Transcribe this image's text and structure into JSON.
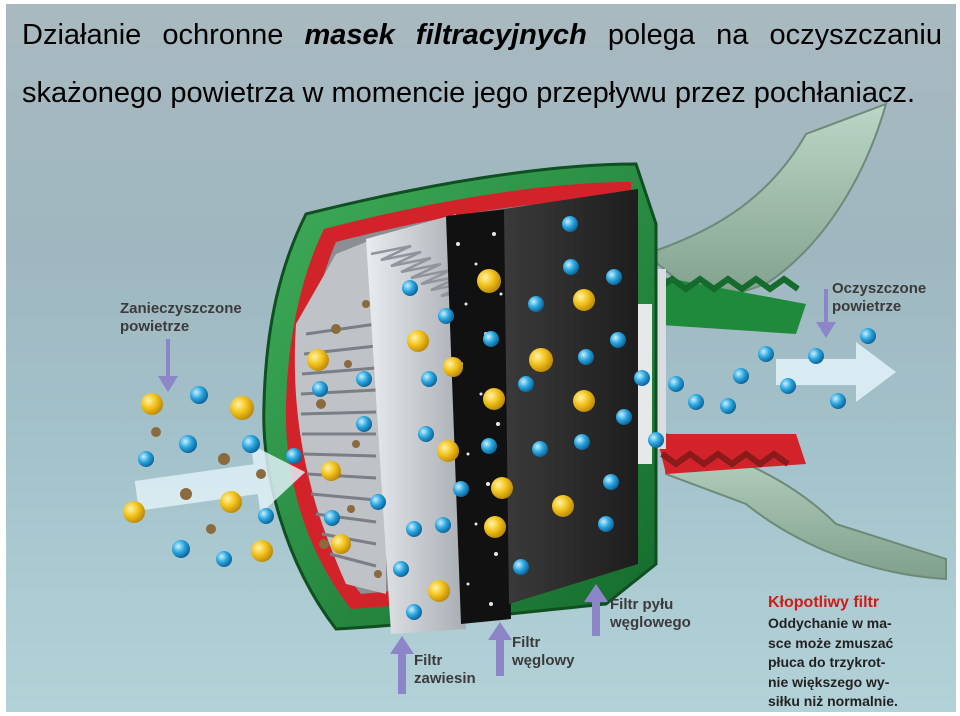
{
  "caption": {
    "part1": "Działanie ochronne ",
    "emph": "masek filtracyjnych",
    "part2": " polega na oczyszczaniu skażonego powietrza w momencie jego przepływu przez pochłaniacz."
  },
  "labels": {
    "contaminated_air": "Zanieczyszczone\npowietrze",
    "clean_air": "Oczyszczone\npowietrze",
    "suspension_filter": "Filtr\nzawiesin",
    "carbon_filter": "Filtr\nwęglowy",
    "carbon_dust_filter": "Filtr pyłu\nwęglowego"
  },
  "note": {
    "title": "Kłopotliwy filtr",
    "body": "Oddychanie w ma-\nsce może zmuszać\npłuca do trzykrot-\nnie większego wy-\nsiłku niż normalnie."
  },
  "colors": {
    "housing_green": "#1f8a3c",
    "housing_red": "#d2232a",
    "carbon": "#2b2b2b",
    "pleat": "#c9ccd0",
    "yellow_particle": "#f2c21a",
    "blue_particle": "#2aa6df",
    "brown_particle": "#8a6a3e",
    "arrow": "#dff0f6",
    "purple_arrow": "#8c86c8"
  }
}
